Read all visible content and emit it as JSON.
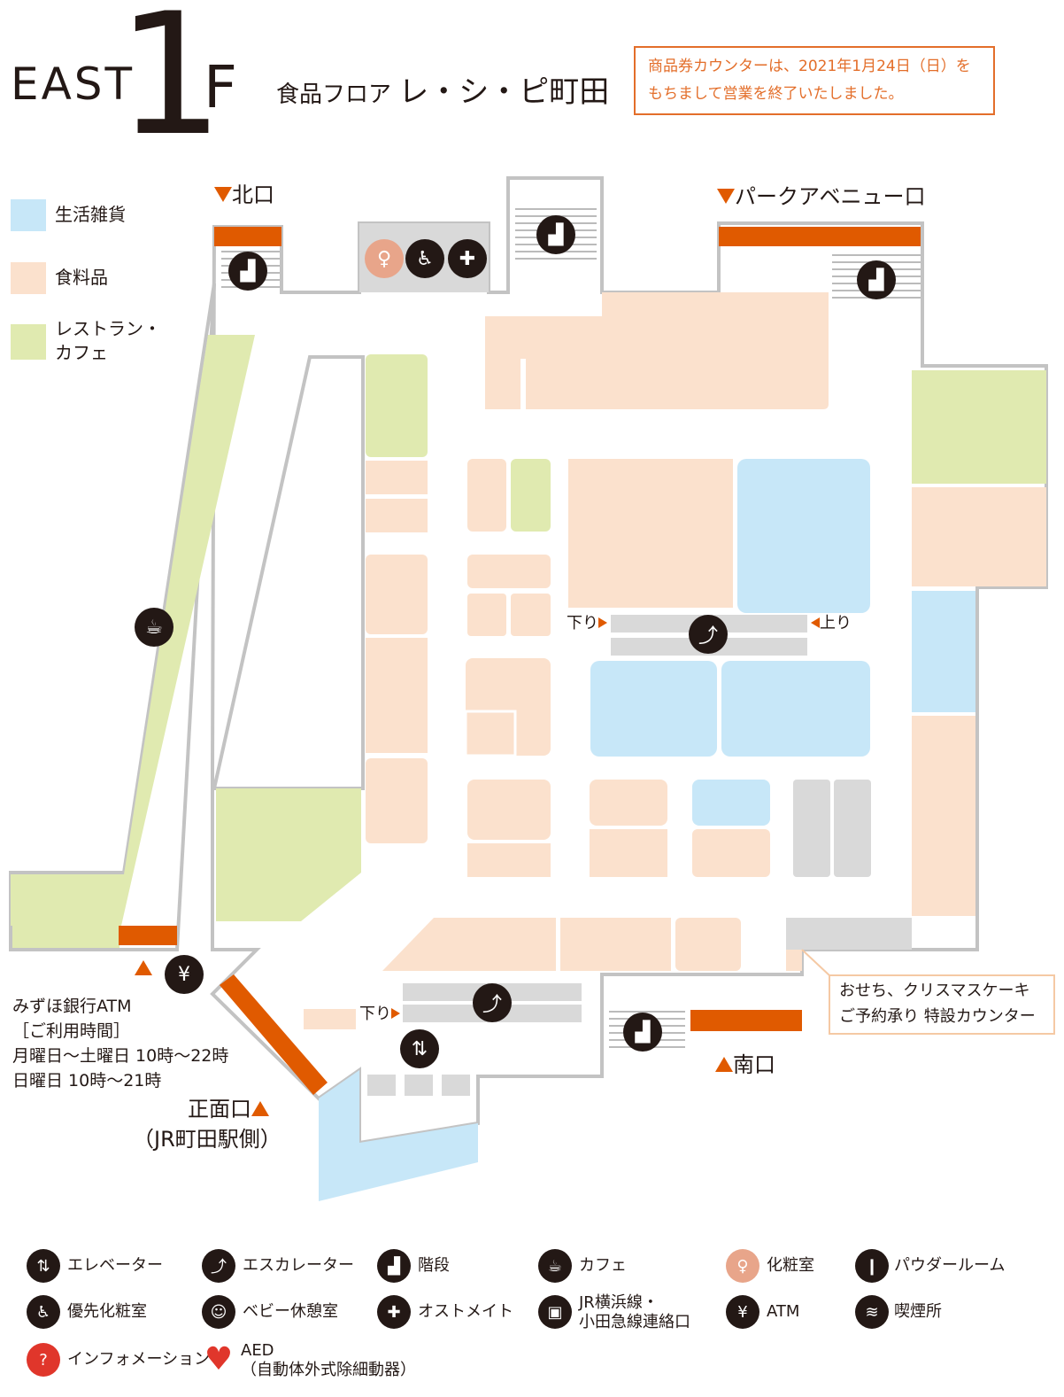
{
  "header": {
    "building": "EAST",
    "floor_number": "1",
    "floor_unit": "F",
    "floor_category": "食品フロア",
    "floor_name": "レ・シ・ピ町田",
    "notice_line1": "商品券カウンターは、2021年1月24日（日）を",
    "notice_line2": "もちまして営業を終了いたしました。"
  },
  "colors": {
    "daily_goods": "#c7e7f8",
    "food": "#fbe1cd",
    "restaurant": "#e0eab0",
    "entrance": "#e05a00",
    "walls": "#c3c3c3",
    "service": "#d9d9d9",
    "accent_text": "#e36e2a"
  },
  "legend_categories": [
    {
      "label": "生活雑貨"
    },
    {
      "label": "食料品"
    },
    {
      "label_line1": "レストラン・",
      "label_line2": "カフェ"
    }
  ],
  "entrances": {
    "north": "北口",
    "park_avenue": "パークアベニュー口",
    "south": "南口",
    "front": "正面口",
    "front_note": "（JR町田駅側）"
  },
  "escalator_labels": {
    "down": "下り",
    "up": "上り"
  },
  "atm_info": {
    "line1": "みずほ銀行ATM",
    "line2": "［ご利用時間］",
    "line3": "月曜日〜土曜日  10時〜22時",
    "line4": "日曜日  10時〜21時"
  },
  "special_counter": {
    "line1": "おせち、クリスマスケーキ",
    "line2": "ご予約承り 特設カウンター"
  },
  "legend_icons": [
    {
      "icon": "elevator-icon",
      "label": "エレベーター"
    },
    {
      "icon": "escalator-icon",
      "label": "エスカレーター"
    },
    {
      "icon": "stairs-icon",
      "label": "階段"
    },
    {
      "icon": "cafe-icon",
      "label": "カフェ"
    },
    {
      "icon": "restroom-icon",
      "label": "化粧室"
    },
    {
      "icon": "powder-room-icon",
      "label": "パウダールーム"
    },
    {
      "icon": "accessible-restroom-icon",
      "label": "優先化粧室"
    },
    {
      "icon": "baby-room-icon",
      "label": "ベビー休憩室"
    },
    {
      "icon": "ostomate-icon",
      "label": "オストメイト"
    },
    {
      "icon": "train-icon",
      "label_line1": "JR横浜線・",
      "label_line2": "小田急線連絡口"
    },
    {
      "icon": "atm-icon",
      "label": "ATM"
    },
    {
      "icon": "smoking-icon",
      "label": "喫煙所"
    },
    {
      "icon": "information-icon",
      "label": "インフォメーション"
    },
    {
      "icon": "aed-icon",
      "label_line1": "AED",
      "label_line2": "（自動体外式除細動器）"
    }
  ]
}
